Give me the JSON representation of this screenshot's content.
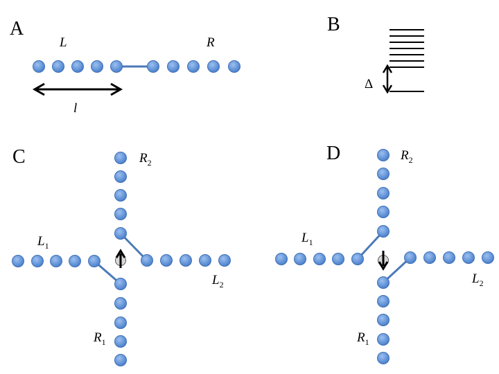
{
  "panels": {
    "a": {
      "label": "A",
      "left_chain_label": "L",
      "right_chain_label": "R",
      "length_label": "l",
      "left_sites": 5,
      "right_sites": 5
    },
    "b": {
      "label": "B",
      "gap_label": "Δ",
      "upper_levels": 7
    },
    "c": {
      "label": "C",
      "r2_label": "R",
      "r2_sub": "2",
      "l1_label": "L",
      "l1_sub": "1",
      "l2_label": "L",
      "l2_sub": "2",
      "r1_label": "R",
      "r1_sub": "1",
      "spin": "up"
    },
    "d": {
      "label": "D",
      "r2_label": "R",
      "r2_sub": "2",
      "l1_label": "L",
      "l1_sub": "1",
      "l2_label": "L",
      "l2_sub": "2",
      "r1_label": "R",
      "r1_sub": "1",
      "spin": "down"
    }
  },
  "colors": {
    "site_fill": "#5b8ed6",
    "site_stroke": "#3f6fb5",
    "bond": "#4a7ab8",
    "ink": "#000000"
  }
}
